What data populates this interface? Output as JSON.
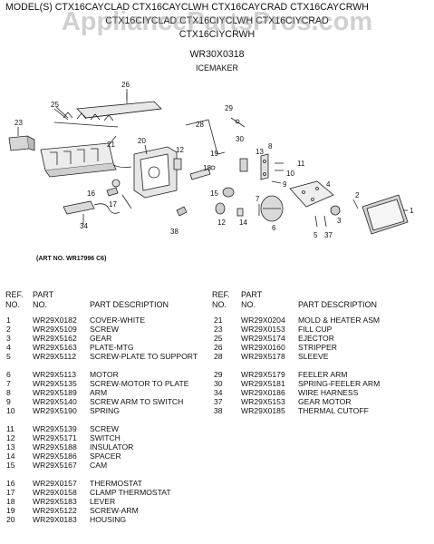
{
  "header": {
    "models_line1": "MODEL(S) CTX16CAYCLAD CTX16CAYCLWH CTX16CAYCRAD CTX16CAYCRWH",
    "models_line2": "CTX16CIYCLAD CTX16CIYCLWH CTX16CIYCRAD",
    "models_line3": "CTX16CIYCRWH",
    "part_number": "WR30X0318",
    "assembly": "ICEMAKER",
    "watermark": "AppliancePartsPros.com"
  },
  "diagram": {
    "art_no": "(ART NO. WR17996 C6)",
    "callouts": [
      "26",
      "25",
      "23",
      "21",
      "20",
      "29",
      "28",
      "30",
      "12",
      "19",
      "18",
      "16",
      "17",
      "34",
      "38",
      "13",
      "8",
      "11",
      "10",
      "9",
      "4",
      "2",
      "15",
      "7",
      "6",
      "1",
      "12",
      "14",
      "5",
      "37",
      "3"
    ]
  },
  "table": {
    "headers": {
      "ref": "REF.",
      "no": "NO.",
      "part": "PART",
      "part_no": "NO.",
      "desc": "PART DESCRIPTION"
    },
    "left_groups": [
      [
        {
          "ref": "1",
          "part": "WR29X0182",
          "desc": "COVER-WHITE"
        },
        {
          "ref": "2",
          "part": "WR29X5109",
          "desc": "SCREW"
        },
        {
          "ref": "3",
          "part": "WR29X5162",
          "desc": "GEAR"
        },
        {
          "ref": "4",
          "part": "WR29X5163",
          "desc": "PLATE-MTG"
        },
        {
          "ref": "5",
          "part": "WR29X5112",
          "desc": "SCREW-PLATE TO SUPPORT"
        }
      ],
      [
        {
          "ref": "6",
          "part": "WR29X5113",
          "desc": "MOTOR"
        },
        {
          "ref": "7",
          "part": "WR29X5135",
          "desc": "SCREW-MOTOR TO PLATE"
        },
        {
          "ref": "8",
          "part": "WR29X5189",
          "desc": "ARM"
        },
        {
          "ref": "9",
          "part": "WR29X5140",
          "desc": "SCREW ARM TO SWITCH"
        },
        {
          "ref": "10",
          "part": "WR29X5190",
          "desc": "SPRING"
        }
      ],
      [
        {
          "ref": "11",
          "part": "WR29X5139",
          "desc": "SCREW"
        },
        {
          "ref": "12",
          "part": "WR29X5171",
          "desc": "SWITCH"
        },
        {
          "ref": "13",
          "part": "WR29X5188",
          "desc": "INSULATOR"
        },
        {
          "ref": "14",
          "part": "WR29X5186",
          "desc": "SPACER"
        },
        {
          "ref": "15",
          "part": "WR29X5167",
          "desc": "CAM"
        }
      ],
      [
        {
          "ref": "16",
          "part": "WR29X0157",
          "desc": "THERMOSTAT"
        },
        {
          "ref": "17",
          "part": "WR29X0158",
          "desc": "CLAMP THERMOSTAT"
        },
        {
          "ref": "18",
          "part": "WR29X5183",
          "desc": "LEVER"
        },
        {
          "ref": "19",
          "part": "WR29X5122",
          "desc": "SCREW-ARM"
        },
        {
          "ref": "20",
          "part": "WR29X0183",
          "desc": "HOUSING"
        }
      ]
    ],
    "right_groups": [
      [
        {
          "ref": "21",
          "part": "WR29X0204",
          "desc": "MOLD & HEATER ASM"
        },
        {
          "ref": "23",
          "part": "WR29X0153",
          "desc": "FILL CUP"
        },
        {
          "ref": "25",
          "part": "WR29X5174",
          "desc": "EJECTOR"
        },
        {
          "ref": "26",
          "part": "WR29X0160",
          "desc": "STRIPPER"
        },
        {
          "ref": "28",
          "part": "WR29X5178",
          "desc": "SLEEVE"
        }
      ],
      [
        {
          "ref": "29",
          "part": "WR29X5179",
          "desc": "FEELER ARM"
        },
        {
          "ref": "30",
          "part": "WR29X5181",
          "desc": "SPRING-FEELER ARM"
        },
        {
          "ref": "34",
          "part": "WR29X0186",
          "desc": "WIRE HARNESS"
        },
        {
          "ref": "37",
          "part": "WR29X5153",
          "desc": "GEAR MOTOR"
        },
        {
          "ref": "38",
          "part": "WR29X0185",
          "desc": "THERMAL CUTOFF"
        }
      ]
    ]
  }
}
